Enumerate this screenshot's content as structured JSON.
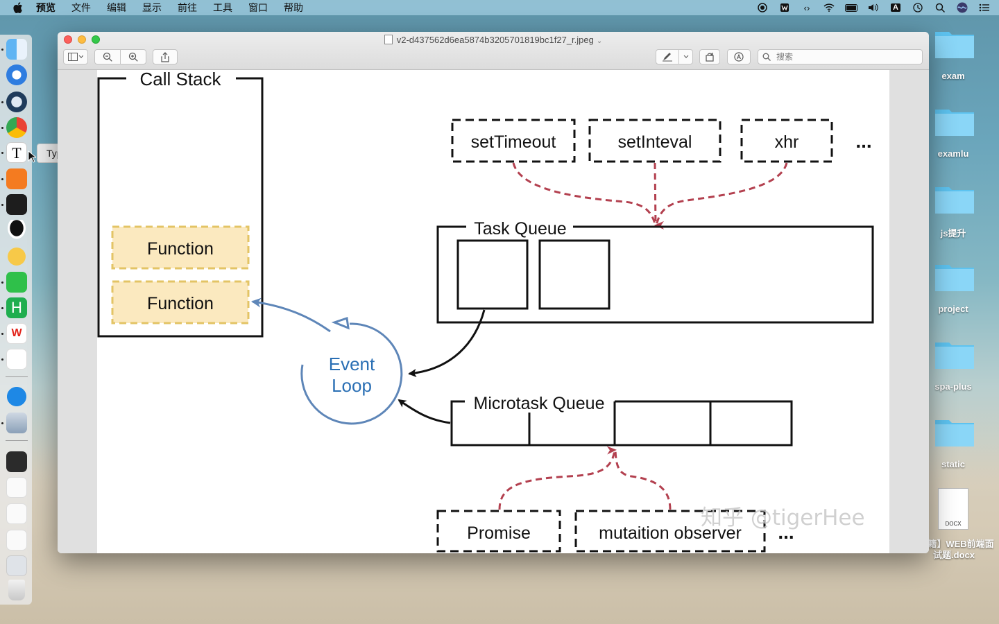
{
  "menubar": {
    "app": "预览",
    "items": [
      "文件",
      "编辑",
      "显示",
      "前往",
      "工具",
      "窗口",
      "帮助"
    ]
  },
  "dock": {
    "tooltip": "Typora"
  },
  "window": {
    "title": "v2-d437562d6ea5874b3205701819bc1f27_r.jpeg",
    "search_placeholder": "搜索"
  },
  "diagram": {
    "call_stack": "Call Stack",
    "functions": [
      "Function",
      "Function"
    ],
    "event_loop": [
      "Event",
      "Loop"
    ],
    "web_apis": [
      "setTimeout",
      "setInteval",
      "xhr"
    ],
    "ellipsis": "...",
    "task_queue": "Task Queue",
    "microtask_queue": "Microtask Queue",
    "micro_sources": [
      "Promise",
      "mutaition observer"
    ],
    "watermark": "知乎 @tigerHee"
  },
  "desktop": {
    "items": [
      "exam",
      "examlu",
      "js提升",
      "project",
      "spa-plus",
      "static"
    ],
    "doc_label": [
      "籍】WEB前端面",
      "试题.docx"
    ],
    "doc_ext": "DOCX"
  },
  "colors": {
    "dash_red": "#b3404f",
    "loop_blue": "#5e86b8",
    "function_fill": "#fbe9bf",
    "function_border": "#e3c465"
  }
}
